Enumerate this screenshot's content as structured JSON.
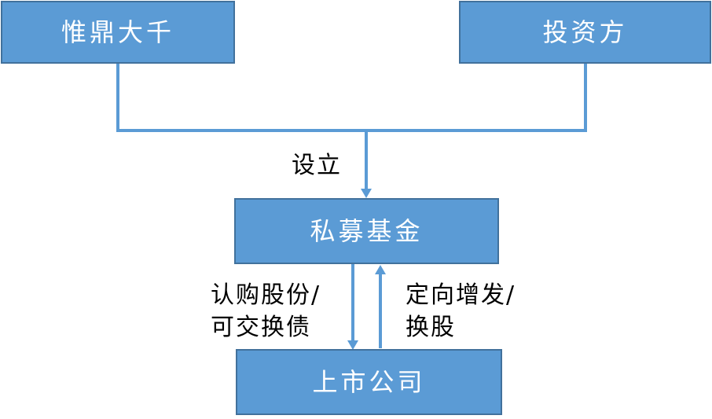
{
  "nodes": {
    "weiding": "惟鼎大千",
    "investor": "投资方",
    "fund": "私募基金",
    "listed_company": "上市公司"
  },
  "edges": {
    "establish": "设立",
    "subscribe_line1": "认购股份/",
    "subscribe_line2": "可交换债",
    "issue_line1": "定向增发/",
    "issue_line2": "换股"
  },
  "colors": {
    "box_fill": "#5b9bd5",
    "box_border": "#41719c",
    "connector": "#5b9bd5",
    "box_text": "#ffffff",
    "label_text": "#000000"
  }
}
